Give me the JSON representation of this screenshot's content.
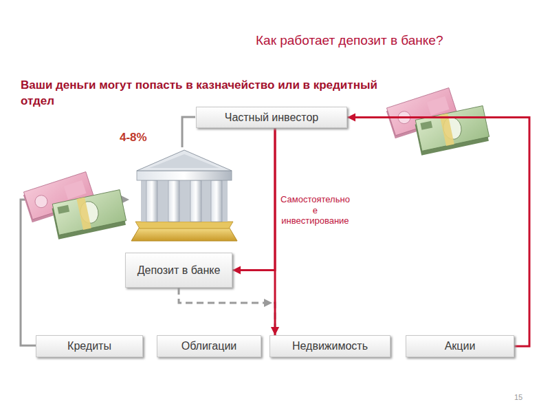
{
  "diagram": {
    "title": "Как работает депозит в банке?",
    "nodes": [
      {
        "text": [
          "Частный инвестор"
        ]
      },
      {
        "text": [
          "Депозит в банке"
        ]
      },
      {
        "text": [
          "Кредиты"
        ]
      },
      {
        "text": [
          "Облигации"
        ]
      },
      {
        "text": [
          "Недвижимость"
        ]
      },
      {
        "text": [
          "Акции"
        ]
      }
    ],
    "edges": [
      {
        "from": 5,
        "to": 0,
        "arrow": "to"
      },
      {
        "from": 0,
        "to": 4,
        "label": "Самостоятельно е инвестирование",
        "arrow": "to"
      },
      {
        "from": 0,
        "to": 1,
        "arrow": "to"
      },
      {
        "from": 1,
        "to": 4,
        "arrow": "to"
      }
    ],
    "labels": [
      "Ваши деньги могут попасть в казначейство или в кредитный отдел",
      "4-8%",
      "15"
    ]
  }
}
